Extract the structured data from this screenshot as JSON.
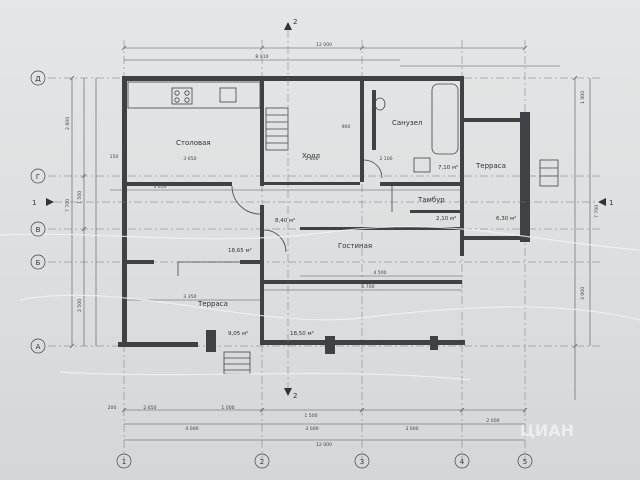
{
  "rooms": {
    "stolovaya": "Столовая",
    "holl": "Холл",
    "sanuzel": "Санузел",
    "terrasa_right": "Терраса",
    "tambur": "Тамбур",
    "gostinaya": "Гостиная",
    "terrasa_bottom": "Терраса"
  },
  "areas": {
    "a1": "7,10 м²",
    "a2": "8,40 м²",
    "a3": "2,10 м²",
    "a4": "6,30 м²",
    "a5": "18,65 м²",
    "a6": "9,05 м²",
    "a7": "18,50 м²"
  },
  "axes_letters": [
    "Д",
    "Г",
    "В",
    "Б",
    "А"
  ],
  "axes_numbers": [
    "1",
    "2",
    "3",
    "4",
    "5"
  ],
  "section_marks": {
    "s1": "1",
    "s2": "2"
  },
  "dims": {
    "top_total": "12 000",
    "top_inner": "8 010",
    "bottom_total": "12 000",
    "bottom_seg1": "4 000",
    "bottom_seg2": "3 000",
    "bottom_seg3": "3 000",
    "bottom_seg4": "2 000",
    "left_total": "7 700",
    "right_total": "7 700",
    "left_seg1": "2 600",
    "left_seg2": "1 500",
    "left_seg3": "2 500",
    "right_seg1": "3 000",
    "right_seg2": "1 000",
    "d3650a": "3 650",
    "d3650b": "3 650",
    "d4500": "4 500",
    "d5700": "5 700",
    "d3350": "3 350",
    "d2800": "2 800",
    "d150": "150",
    "d200": "200",
    "d2650": "2 650",
    "d1000": "1 000",
    "d1500": "1 500",
    "d900": "900",
    "d2100": "2 100"
  },
  "watermark": "ЦИАН"
}
